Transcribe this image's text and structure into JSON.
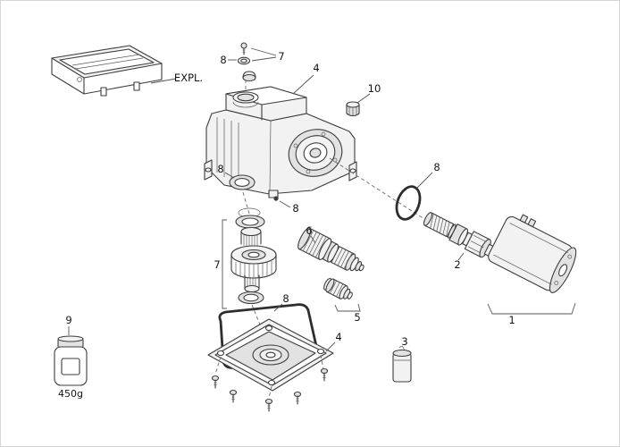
{
  "meta": {
    "type": "exploded-parts-diagram",
    "subject": "gear-motor assembly"
  },
  "labels": {
    "expl": "EXPL.",
    "grease_weight": "450g"
  },
  "part_numbers": {
    "n1": "1",
    "n2": "2",
    "n3": "3",
    "n4": "4",
    "n5": "5",
    "n6": "6",
    "n7": "7",
    "n8": "8",
    "n9": "9",
    "n10": "10"
  },
  "colors": {
    "line": "#3d3d3d",
    "label_text": "#141414",
    "fill_light": "#f2f2f2",
    "fill_mid": "#e2e2e2",
    "background": "#ffffff"
  }
}
